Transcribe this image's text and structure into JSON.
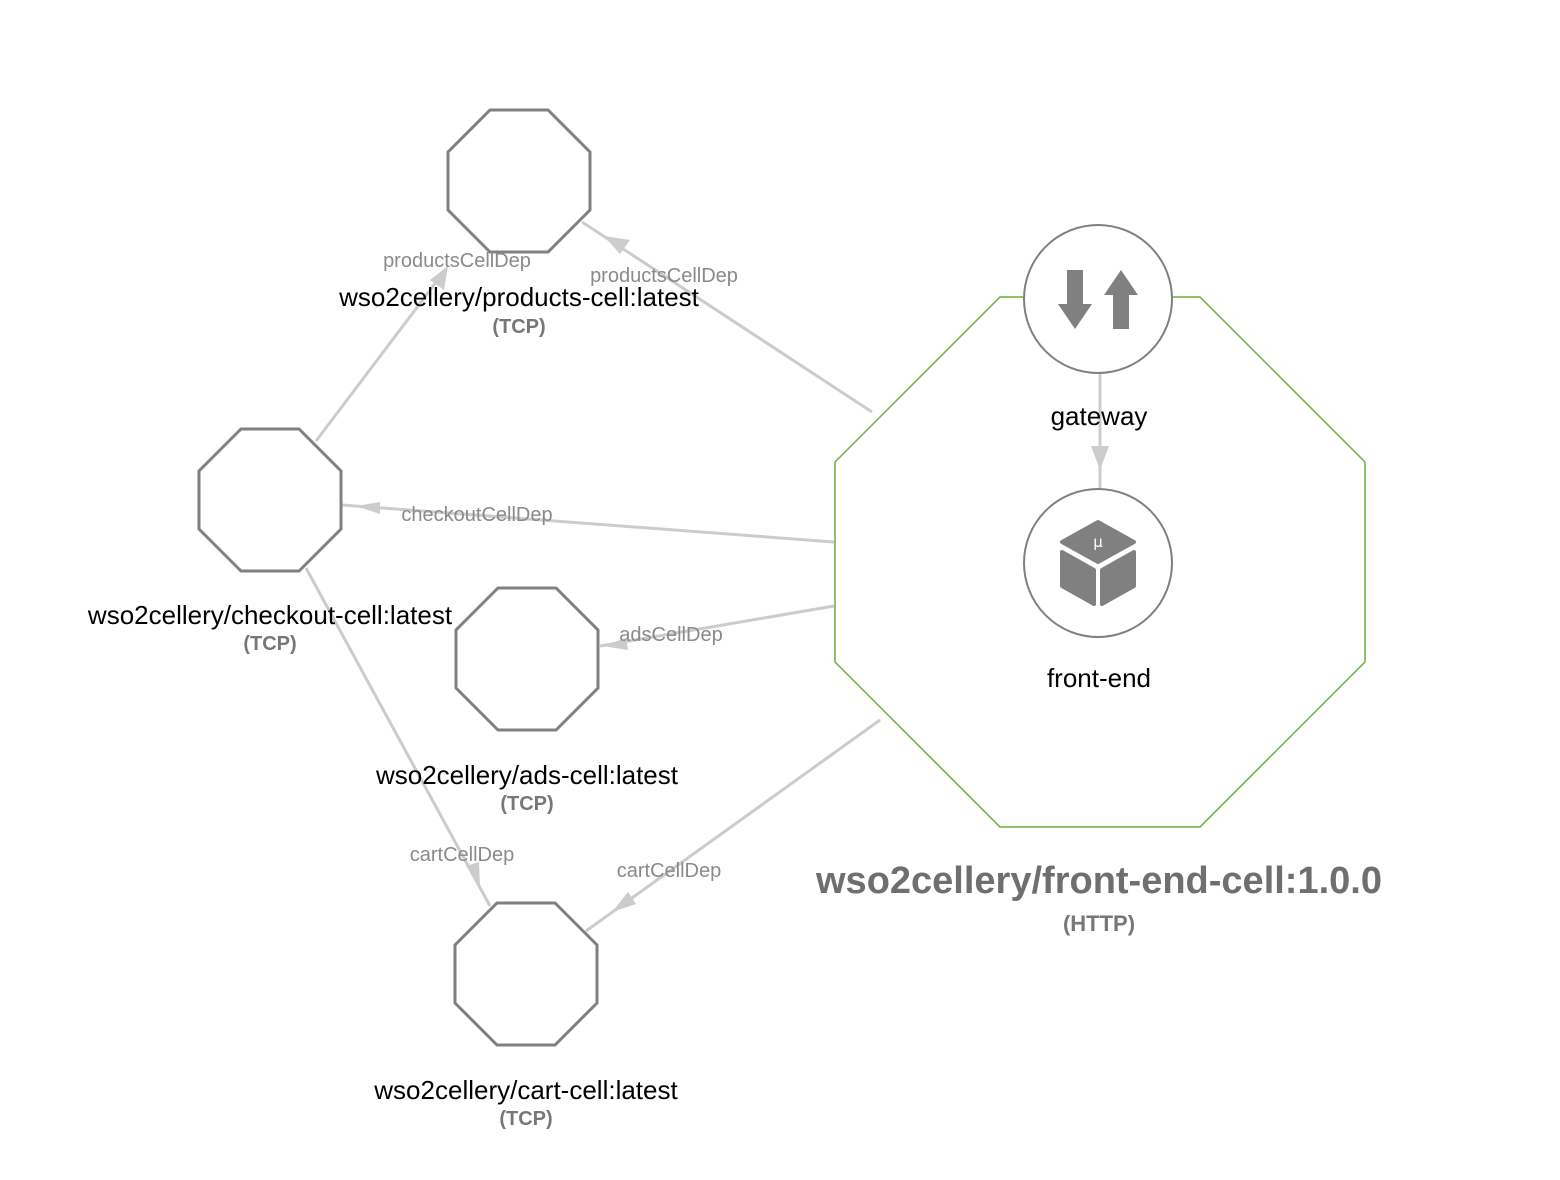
{
  "main_cell": {
    "name": "wso2cellery/front-end-cell:1.0.0",
    "protocol": "(HTTP)",
    "border_color": "#6aad3a",
    "components": [
      {
        "name": "gateway",
        "icon": "gateway-arrows-icon"
      },
      {
        "name": "front-end",
        "icon": "microservice-cube-icon",
        "icon_text": "μ"
      }
    ],
    "internal_edge": {
      "from": "gateway",
      "to": "front-end"
    }
  },
  "cells": [
    {
      "id": "products",
      "name": "wso2cellery/products-cell:latest",
      "protocol": "(TCP)"
    },
    {
      "id": "checkout",
      "name": "wso2cellery/checkout-cell:latest",
      "protocol": "(TCP)"
    },
    {
      "id": "ads",
      "name": "wso2cellery/ads-cell:latest",
      "protocol": "(TCP)"
    },
    {
      "id": "cart",
      "name": "wso2cellery/cart-cell:latest",
      "protocol": "(TCP)"
    }
  ],
  "edges": [
    {
      "from": "front-end-cell",
      "to": "products",
      "label": "productsCellDep"
    },
    {
      "from": "front-end-cell",
      "to": "checkout",
      "label": "checkoutCellDep"
    },
    {
      "from": "front-end-cell",
      "to": "ads",
      "label": "adsCellDep"
    },
    {
      "from": "front-end-cell",
      "to": "cart",
      "label": "cartCellDep"
    },
    {
      "from": "checkout",
      "to": "products",
      "label": "productsCellDep"
    },
    {
      "from": "checkout",
      "to": "cart",
      "label": "cartCellDep"
    }
  ],
  "colors": {
    "edge": "#cccccc",
    "cell_border": "#808080",
    "label": "#8a8a8a"
  }
}
